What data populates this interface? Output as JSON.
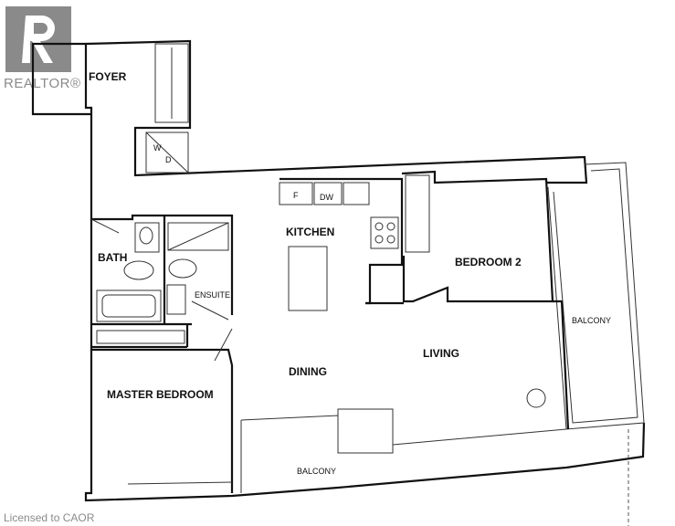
{
  "brand": {
    "name": "REALTOR®",
    "logo_letter": "R"
  },
  "license": "Licensed to CAOR",
  "rooms": {
    "foyer": "FOYER",
    "kitchen": "KITCHEN",
    "bath": "BATH",
    "ensuite": "ENSUITE",
    "bedroom2": "BEDROOM 2",
    "balcony_right": "BALCONY",
    "living": "LIVING",
    "dining": "DINING",
    "master": "MASTER BEDROOM",
    "balcony_bottom": "BALCONY"
  },
  "appliances": {
    "washer": "W",
    "dryer": "D",
    "fridge": "F",
    "dishwasher": "DW"
  }
}
